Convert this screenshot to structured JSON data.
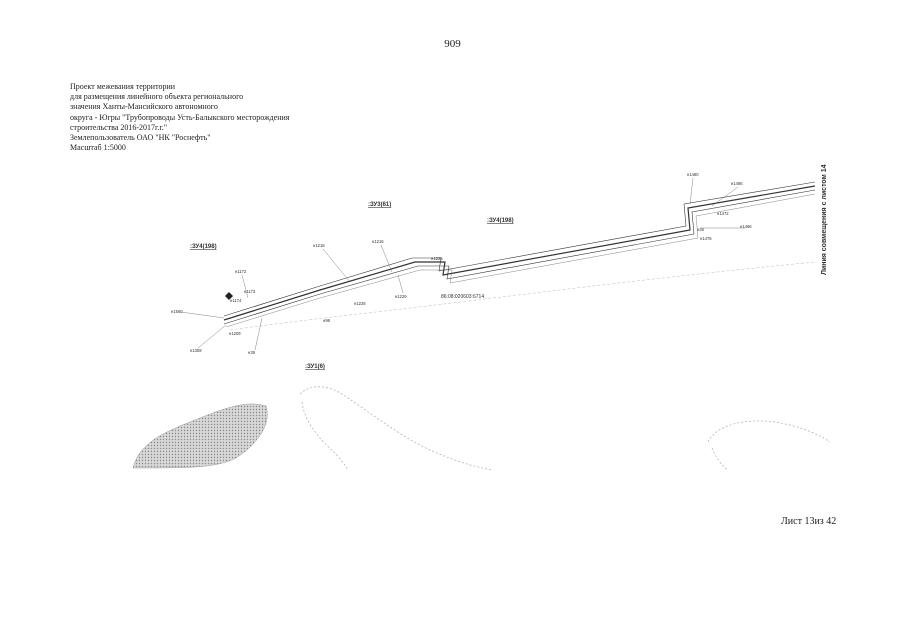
{
  "page_number": "909",
  "title_lines": [
    "Проект межевания территории",
    "для размещения линейного объекта регионального",
    "значения Ханты-Мансийского автономного",
    "округа - Югры \"Трубопроводы Усть-Балыкского месторождения",
    "строительства 2016-2017г.г.\"",
    "Землепользователь ОАО \"НК \"Роснефть\"",
    "Масштаб 1:5000"
  ],
  "sheet_label": "Лист 13из 42",
  "side_label": "Линия совмещения с листом 14",
  "zones": [
    ":ЗУ4(198)",
    ":ЗУ3(61)",
    ":ЗУ4(198)",
    ":ЗУ1(6)"
  ],
  "cadastral_number": "86:08:020603:6714",
  "point_labels": [
    "н1560",
    "н1172",
    "н1173",
    "н1174",
    "н1209",
    "н1359",
    "н39",
    "н1218",
    "н1216",
    "н1229",
    "н1225",
    "н1226",
    "н98",
    "н1480",
    "н1486",
    "н1472",
    "н1466",
    "н26",
    "н1476"
  ]
}
